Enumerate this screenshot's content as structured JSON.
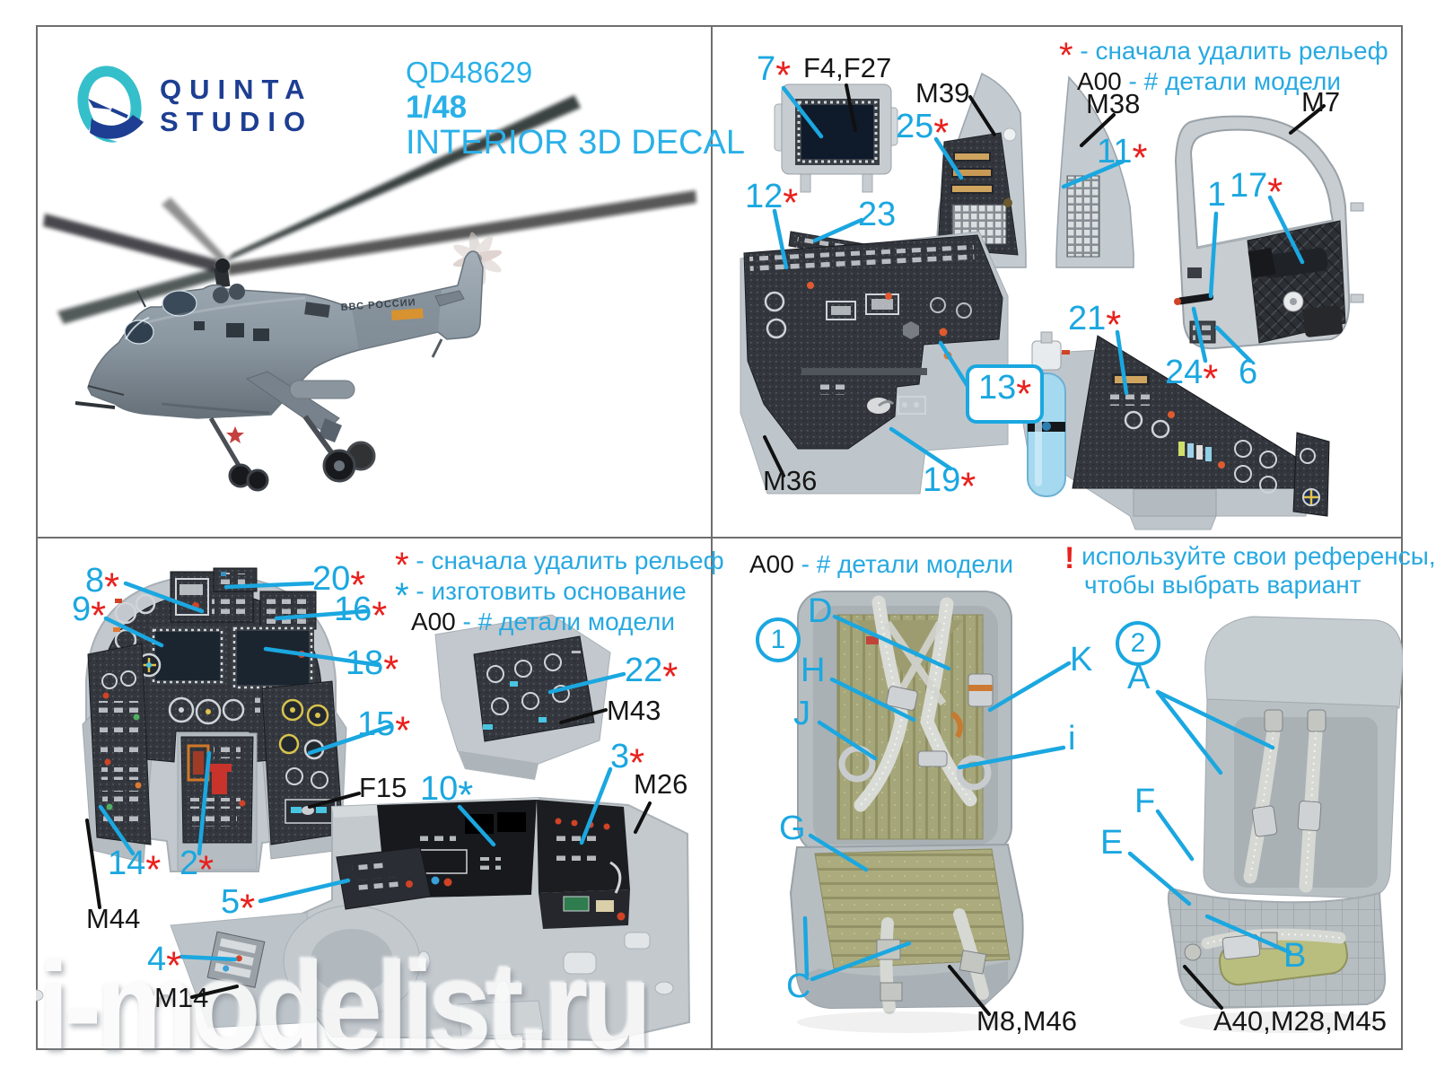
{
  "brand": {
    "top": "QUINTA",
    "bottom": "STUDIO"
  },
  "header": {
    "code": "QD48629",
    "scale": "1/48",
    "title": "INTERIOR 3D DECAL"
  },
  "helicopter": {
    "marking": "ВВС РОССИИ"
  },
  "watermark": "i-modelist.ru",
  "legend": {
    "star": "*",
    "excl": "!",
    "remove_relief": "- сначала удалить рельеф",
    "make_base": "- изготовить основание",
    "a00": "A00 ",
    "a00_rest": "- # детали модели",
    "use_refs_1": "используйте свои референсы,",
    "use_refs_2": "чтобы выбрать вариант"
  },
  "colors": {
    "accent_cyan": "#1ba7e0",
    "accent_red": "#e8211d",
    "label_black": "#161616",
    "brand_navy": "#1d3e92",
    "logo_teal": "#35bfca"
  },
  "tr": {
    "labels": {
      "f4": "F4,F27",
      "m39": "M39",
      "m38": "M38",
      "m7": "M7",
      "m36": "M36"
    },
    "callouts": {
      "c7": {
        "num": "7",
        "star": "*"
      },
      "c25": {
        "num": "25",
        "star": "*"
      },
      "c11": {
        "num": "11",
        "star": "*"
      },
      "c12": {
        "num": "12",
        "star": "*"
      },
      "c23": {
        "num": "23",
        "star": ""
      },
      "c13": {
        "num": "13",
        "star": "*"
      },
      "c19": {
        "num": "19",
        "star": "*"
      },
      "c21": {
        "num": "21",
        "star": "*"
      },
      "c1": {
        "num": "1",
        "star": ""
      },
      "c17": {
        "num": "17",
        "star": "*"
      },
      "c24": {
        "num": "24",
        "star": "*"
      },
      "c6": {
        "num": "6",
        "star": ""
      }
    }
  },
  "bl": {
    "labels": {
      "f15": "F15",
      "m44": "M44",
      "m43": "M43",
      "m26": "M26",
      "m14": "M14"
    },
    "callouts": {
      "c8": {
        "num": "8",
        "star": "*"
      },
      "c20": {
        "num": "20",
        "star": "*"
      },
      "c9": {
        "num": "9",
        "star": "*"
      },
      "c16": {
        "num": "16",
        "star": "*"
      },
      "c18": {
        "num": "18",
        "star": "*"
      },
      "c15": {
        "num": "15",
        "star": "*"
      },
      "c14": {
        "num": "14",
        "star": "*"
      },
      "c2": {
        "num": "2",
        "star": "*"
      },
      "c5": {
        "num": "5",
        "star": "*"
      },
      "c4": {
        "num": "4",
        "star": "*"
      },
      "c22": {
        "num": "22",
        "star": "*"
      },
      "c3": {
        "num": "3",
        "star": "*"
      },
      "c10": {
        "num": "10",
        "star": "*"
      }
    }
  },
  "br": {
    "marks": {
      "one": "1",
      "two": "2",
      "d": "D",
      "h": "H",
      "j": "J",
      "k": "K",
      "i": "i",
      "g": "G",
      "c": "C",
      "a": "A",
      "f": "F",
      "e": "E",
      "b": "B"
    },
    "labels": {
      "seat1": "M8,M46",
      "seat2": "A40,M28,M45"
    }
  }
}
